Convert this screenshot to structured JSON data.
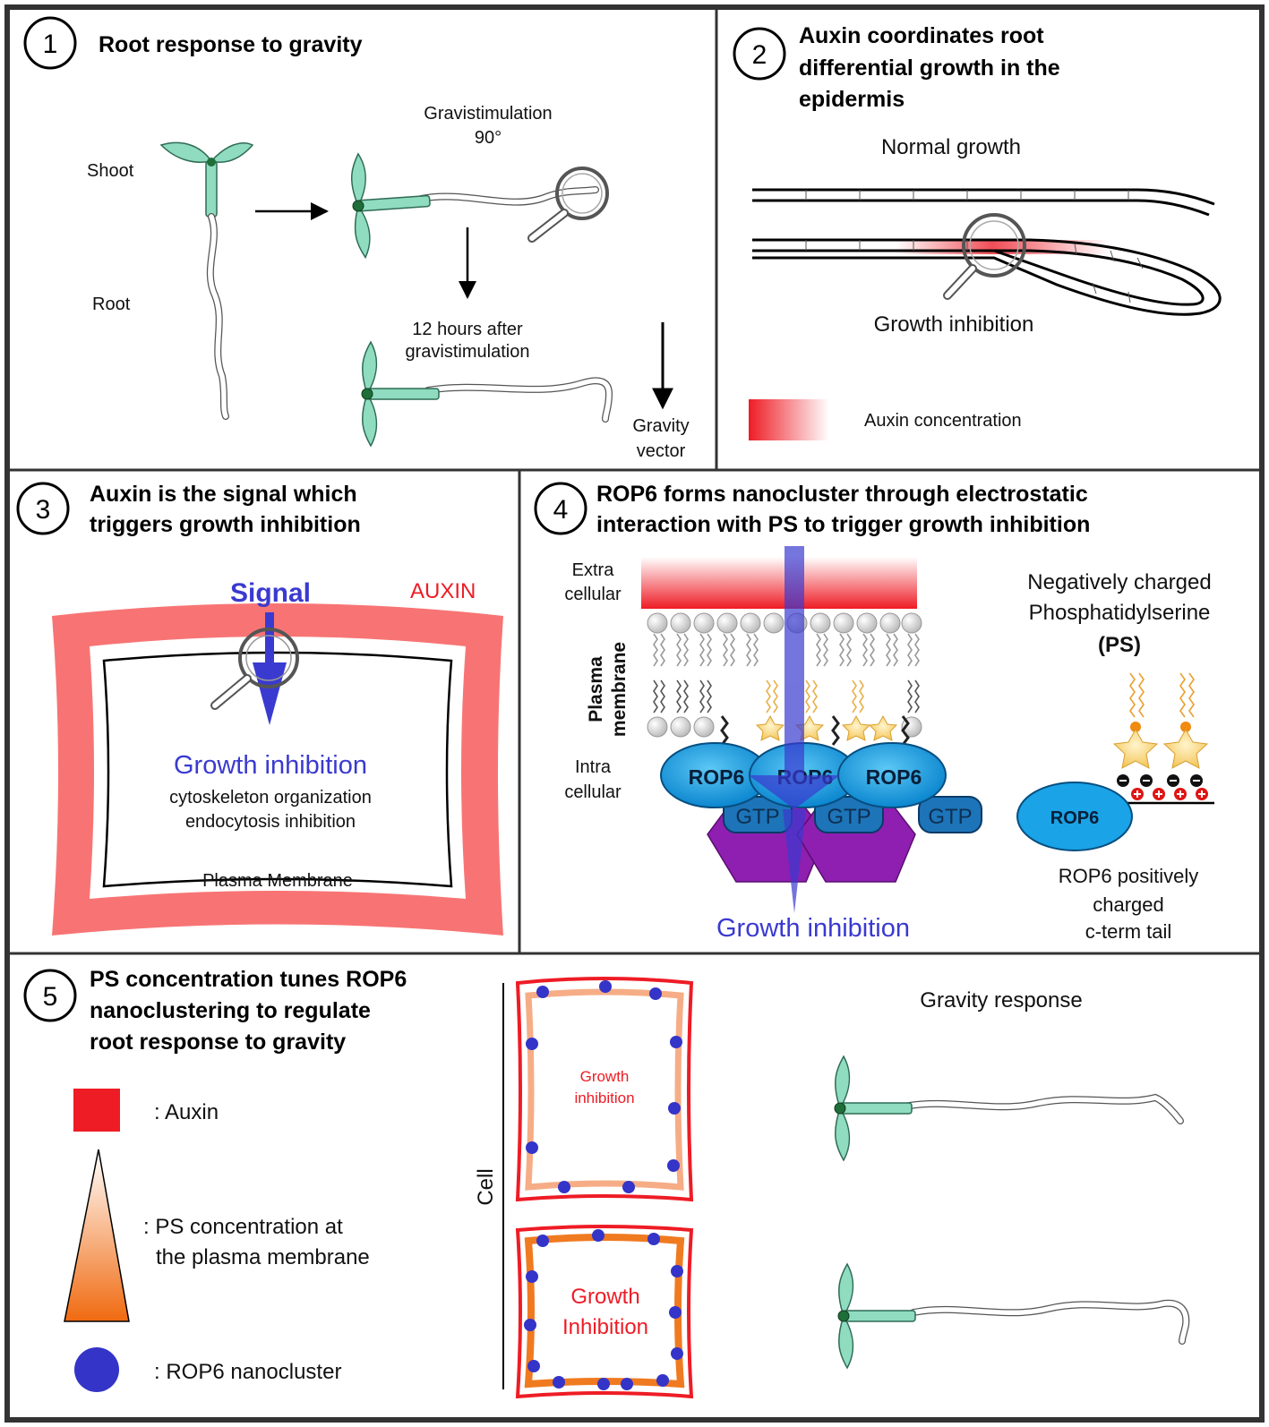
{
  "panel1": {
    "number": "1",
    "title": "Root response to gravity",
    "label_shoot": "Shoot",
    "label_root": "Root",
    "grav_line1": "Gravistimulation",
    "grav_line2": "90°",
    "after_line1": "12 hours after",
    "after_line2": "gravistimulation",
    "vector_line1": "Gravity",
    "vector_line2": "vector"
  },
  "panel2": {
    "number": "2",
    "title_line1": "Auxin coordinates root",
    "title_line2": "differential growth in the",
    "title_line3": "epidermis",
    "normal": "Normal growth",
    "inhibition": "Growth inhibition",
    "legend": "Auxin concentration"
  },
  "panel3": {
    "number": "3",
    "title_line1": "Auxin is the signal which",
    "title_line2": "triggers growth inhibition",
    "signal": "Signal",
    "auxin": "AUXIN",
    "growth": "Growth inhibition",
    "sub1": "cytoskeleton organization",
    "sub2": "endocytosis inhibition",
    "membrane": "Plasma Membrane"
  },
  "panel4": {
    "number": "4",
    "title_line1": "ROP6 forms nanocluster through electrostatic",
    "title_line2": "interaction with PS to trigger growth inhibition",
    "extra1": "Extra",
    "extra2": "cellular",
    "plasma1": "Plasma",
    "plasma2": "membrane",
    "intra1": "Intra",
    "intra2": "cellular",
    "rop6": "ROP6",
    "gtp": "GTP",
    "growth": "Growth inhibition",
    "ps1": "Negatively charged",
    "ps2": "Phosphatidylserine",
    "ps3": "(PS)",
    "tail1": "ROP6 positively",
    "tail2": "charged",
    "tail3": "c-term tail"
  },
  "panel5": {
    "number": "5",
    "title_line1": "PS concentration tunes ROP6",
    "title_line2": "nanoclustering to regulate",
    "title_line3": "root response to gravity",
    "legend_auxin": ": Auxin",
    "legend_ps1": ": PS concentration at",
    "legend_ps2": "the plasma membrane",
    "legend_rop6": ": ROP6 nanocluster",
    "cell": "Cell",
    "gravity_response": "Gravity response",
    "cell1_line1": "Growth",
    "cell1_line2": "inhibition",
    "cell2_line1": "Growth",
    "cell2_line2": "Inhibition"
  },
  "colors": {
    "auxin_red": "#ee1c25",
    "signal_blue": "#3a3ad0",
    "seedling_green": "#8fdcc0",
    "rop6_blue": "#1aa3e6",
    "purple": "#8f1fb0",
    "orange": "#f07a20"
  }
}
